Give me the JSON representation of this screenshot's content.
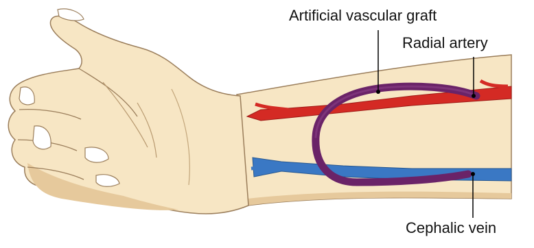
{
  "labels": {
    "graft": "Artificial vascular graft",
    "artery": "Radial artery",
    "vein": "Cephalic vein"
  },
  "colors": {
    "skin": "#f7e6c4",
    "skin_shadow": "#e6c99c",
    "skin_outline": "#9a7d5a",
    "artery": "#d42a24",
    "vein": "#3a78c4",
    "graft": "#6a2368",
    "leader_line": "#000000"
  }
}
